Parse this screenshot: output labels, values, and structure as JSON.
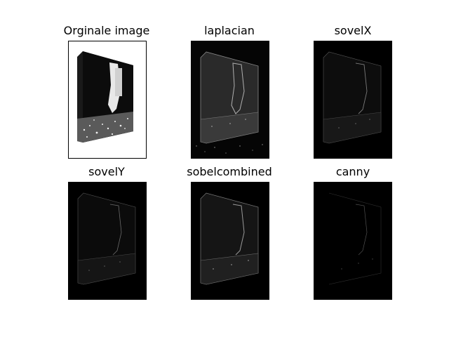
{
  "window": {
    "width": 640,
    "height": 480,
    "background": "#ffffff"
  },
  "subplots": [
    {
      "title": "Orginale image",
      "style": "grayscale-photo"
    },
    {
      "title": "laplacian",
      "style": "edge-map"
    },
    {
      "title": "sovelX",
      "style": "edge-map"
    },
    {
      "title": "sovelY",
      "style": "edge-map"
    },
    {
      "title": "sobelcombined",
      "style": "edge-map"
    },
    {
      "title": "canny",
      "style": "edge-map"
    }
  ]
}
